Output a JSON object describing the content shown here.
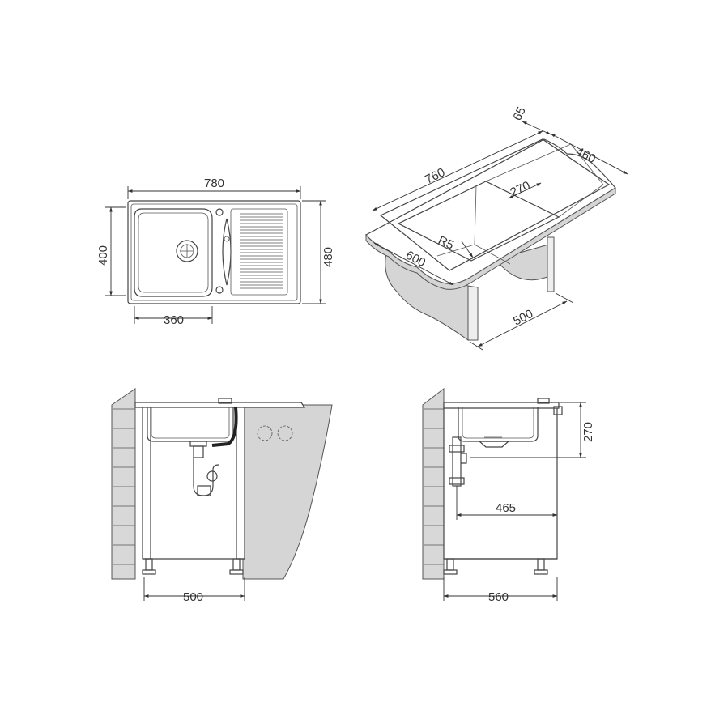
{
  "colors": {
    "line": "#444444",
    "shade": "#d5d5d5",
    "background": "#ffffff"
  },
  "top_view": {
    "width": "780",
    "height": "400",
    "outer_height": "480",
    "bowl_width": "360"
  },
  "perspective_view": {
    "depth_offset": "65",
    "depth": "460",
    "bowl_edge": "270",
    "length": "760",
    "radius": "R5",
    "front_width": "600",
    "cabinet_width": "500"
  },
  "front_view": {
    "cabinet_width": "500"
  },
  "side_view": {
    "bowl_depth": "270",
    "drain_offset": "465",
    "cabinet_depth": "560"
  }
}
